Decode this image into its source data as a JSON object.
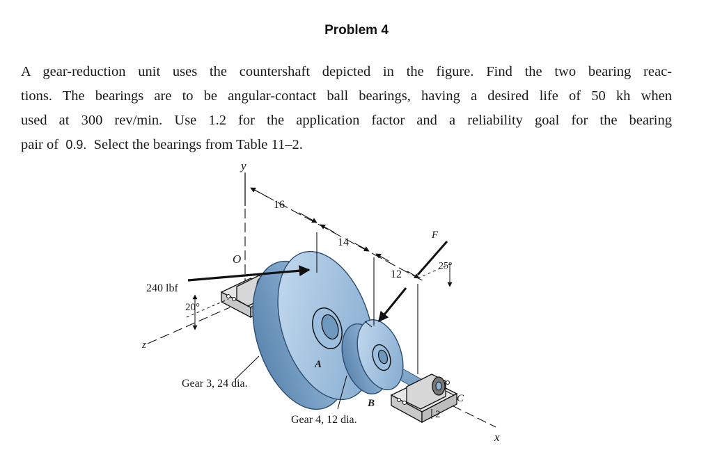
{
  "title": "Problem 4",
  "problem": {
    "line1": "A gear-reduction unit uses the countershaft depicted in the figure. Find the two bearing reac-",
    "line2": "tions. The bearings are to be angular-contact ball bearings, having a desired life of 50 kh when",
    "line3": "used at 300 rev/min. Use 1.2 for the application factor and a reliability goal for the bearing",
    "line4_a": "pair of",
    "line4_value": "0.9.",
    "line4_b": "Select the bearings from Table 11–2."
  },
  "figure": {
    "axis_y": "y",
    "axis_z": "z",
    "axis_x": "x",
    "origin": "O",
    "force_240": "240 lbf",
    "angle_20": "20°",
    "dim_16": "16",
    "dim_14": "14",
    "dim_12": "12",
    "dim_2": "2",
    "force_F": "F",
    "angle_25": "25°",
    "point_A": "A",
    "point_B": "B",
    "point_C": "C",
    "gear3": "Gear 3, 24 dia.",
    "gear4": "Gear 4, 12 dia.",
    "colors": {
      "gear_fill": "#a9c9e6",
      "gear_dark": "#6f98bf",
      "shaft": "#8fb3d6",
      "bearing": "#d9d9d9",
      "ink": "#111111"
    }
  }
}
